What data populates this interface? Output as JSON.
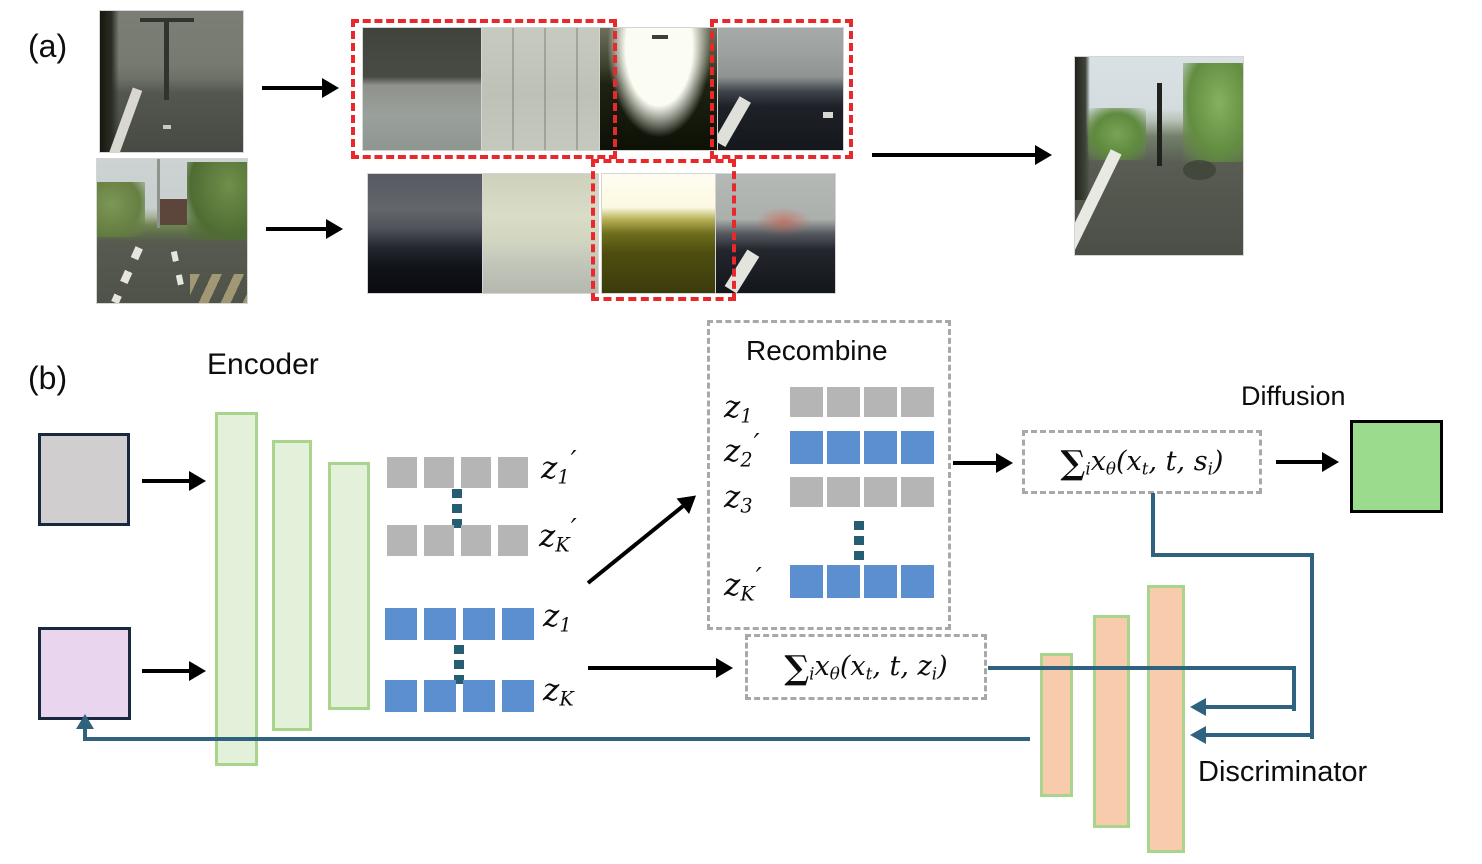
{
  "figure": {
    "panel_a_label": "(a)",
    "panel_b_label": "(b)"
  },
  "panel_a": {
    "top_input_alt": "rainy road scene",
    "bottom_input_alt": "sunny road scene",
    "output_alt": "recombined road scene"
  },
  "panel_b": {
    "encoder_label": "Encoder",
    "diffusion_label": "Diffusion",
    "discriminator_label": "Discriminator",
    "recombine": {
      "title": "Recombine",
      "rows": [
        {
          "base": "z",
          "sub": "1",
          "prime": "",
          "color": "gray"
        },
        {
          "base": "z",
          "sub": "2",
          "prime": "′",
          "color": "blue"
        },
        {
          "base": "z",
          "sub": "3",
          "prime": "",
          "color": "gray"
        },
        {
          "base": "z",
          "sub": "K",
          "prime": "′",
          "color": "blue"
        }
      ]
    },
    "latents": {
      "z1_prime": {
        "base": "z",
        "sub": "1",
        "prime": "′",
        "color": "gray"
      },
      "zK_prime": {
        "base": "z",
        "sub": "K",
        "prime": "′",
        "color": "gray"
      },
      "z1": {
        "base": "z",
        "sub": "1",
        "prime": "",
        "color": "blue"
      },
      "zK": {
        "base": "z",
        "sub": "K",
        "prime": "",
        "color": "blue"
      }
    },
    "formula_top": {
      "sigma": "∑",
      "sigma_sub": "i",
      "fn": "x",
      "fn_sub": "θ",
      "open": "(",
      "a1": "x",
      "a1_sub": "t",
      "mid": ", t, s",
      "mid_sub": "i",
      "close": ")"
    },
    "formula_bottom": {
      "sigma": "∑",
      "sigma_sub": "i",
      "fn": "x",
      "fn_sub": "θ",
      "open": "(",
      "a1": "x",
      "a1_sub": "t",
      "mid": ", t, z",
      "mid_sub": "i",
      "close": ")"
    }
  },
  "colors": {
    "token_gray": "#b5b5b5",
    "token_blue": "#5b8fd0",
    "dots_teal": "#255d73",
    "encoder_bar_fill": "#e4f1da",
    "encoder_bar_border": "#a8d48c",
    "discriminator_bar_fill": "#f7cbab",
    "discriminator_bar_border": "#a8d48c",
    "input_square_gray": "#d0cece",
    "input_square_pink": "#e9d6ee",
    "square_border_navy": "#18293e",
    "diffusion_square_green": "#9bdb8d",
    "connector_blue": "#2f627f",
    "selection_red": "#e8282a",
    "dashed_box_gray": "#a8a8a8"
  }
}
